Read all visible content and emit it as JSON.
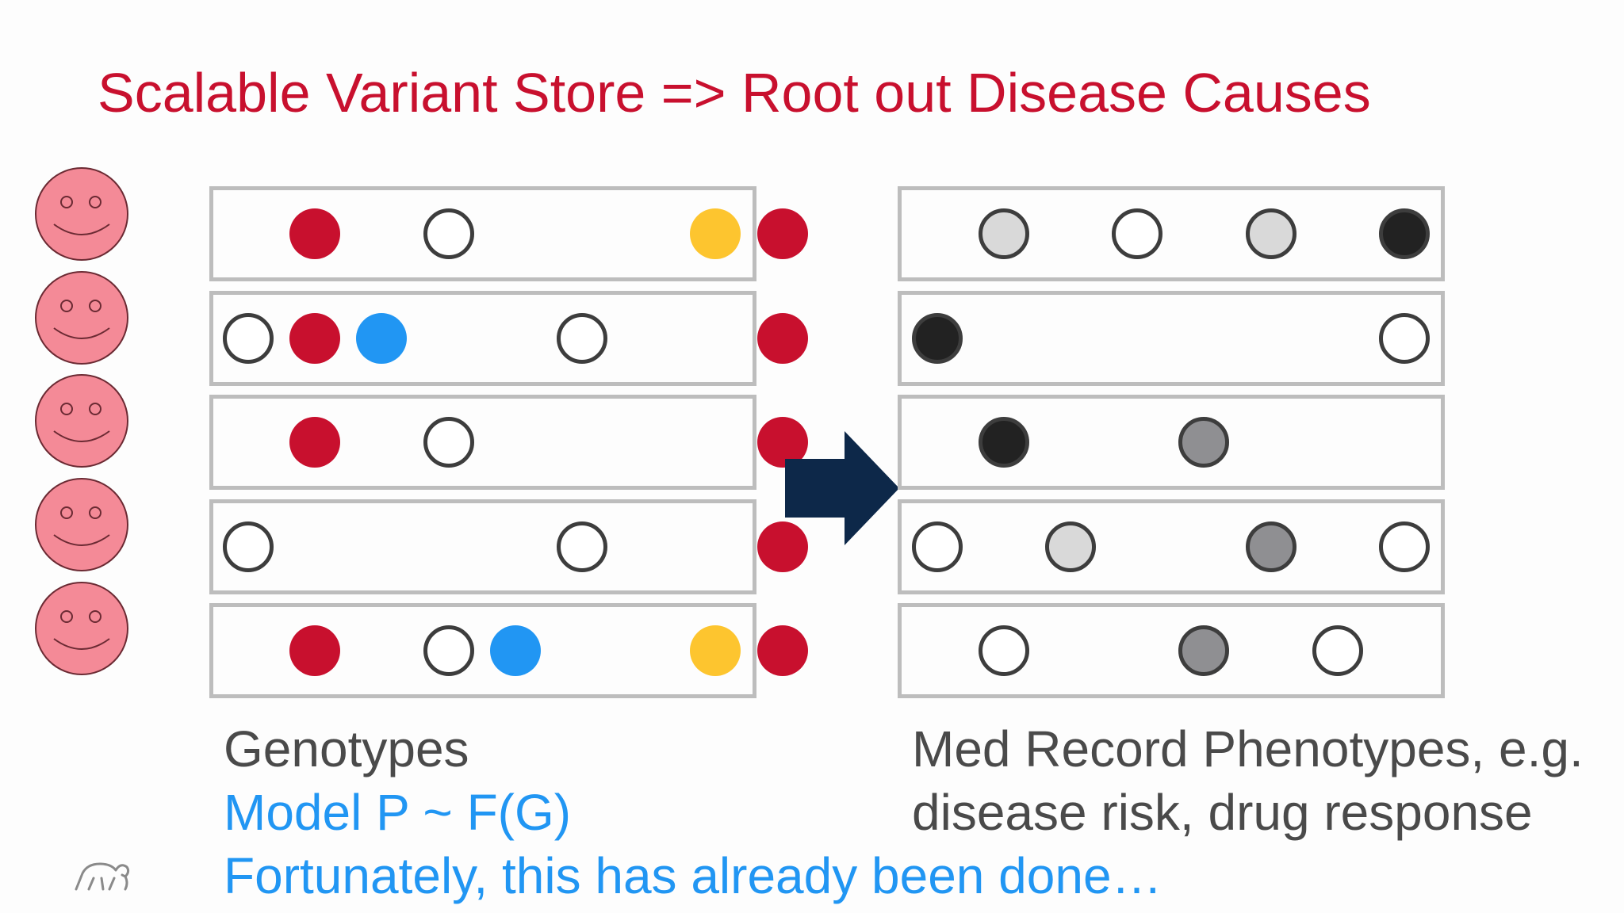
{
  "title": "Scalable Variant Store => Root out Disease Causes",
  "colors": {
    "title": "#c8102e",
    "face": "#f48a97",
    "variant_red": "#c8102e",
    "variant_blue": "#2196f3",
    "variant_yellow": "#fdc52f",
    "phenotype_black": "#222222",
    "phenotype_dark_gray": "#8f8f92",
    "phenotype_light_gray": "#d9d9d9",
    "arrow": "#0d2849",
    "caption_gray": "#4a4a4a",
    "caption_blue": "#2196f3"
  },
  "patients": [
    "smiley-face-icon",
    "smiley-face-icon",
    "smiley-face-icon",
    "smiley-face-icon",
    "smiley-face-icon"
  ],
  "genotype_rows": [
    [
      "",
      "red",
      "",
      "empty",
      "",
      "",
      "",
      "yellow",
      "red"
    ],
    [
      "empty",
      "red",
      "blue",
      "",
      "",
      "empty",
      "",
      "",
      "red"
    ],
    [
      "",
      "red",
      "",
      "empty",
      "",
      "",
      "",
      "",
      "red"
    ],
    [
      "empty",
      "",
      "",
      "",
      "",
      "empty",
      "",
      "",
      "red"
    ],
    [
      "",
      "red",
      "",
      "empty",
      "blue",
      "",
      "",
      "yellow",
      "red"
    ]
  ],
  "phenotype_rows": [
    [
      "",
      "light",
      "",
      "empty",
      "",
      "light",
      "",
      "black"
    ],
    [
      "black",
      "",
      "",
      "",
      "",
      "",
      "",
      "empty"
    ],
    [
      "",
      "black",
      "",
      "",
      "dark",
      "",
      "",
      ""
    ],
    [
      "empty",
      "",
      "light",
      "",
      "",
      "dark",
      "",
      "empty"
    ],
    [
      "",
      "empty",
      "",
      "",
      "dark",
      "",
      "empty",
      ""
    ]
  ],
  "arrow_icon": "right-arrow-icon",
  "captions": {
    "genotypes": "Genotypes",
    "model": "Model P ~ F(G)",
    "fortunately": "Fortunately, this has already been done…",
    "phenotypes_line1": "Med Record Phenotypes, e.g.",
    "phenotypes_line2": "disease risk, drug response"
  },
  "logo_icon": "elephant-logo-icon"
}
